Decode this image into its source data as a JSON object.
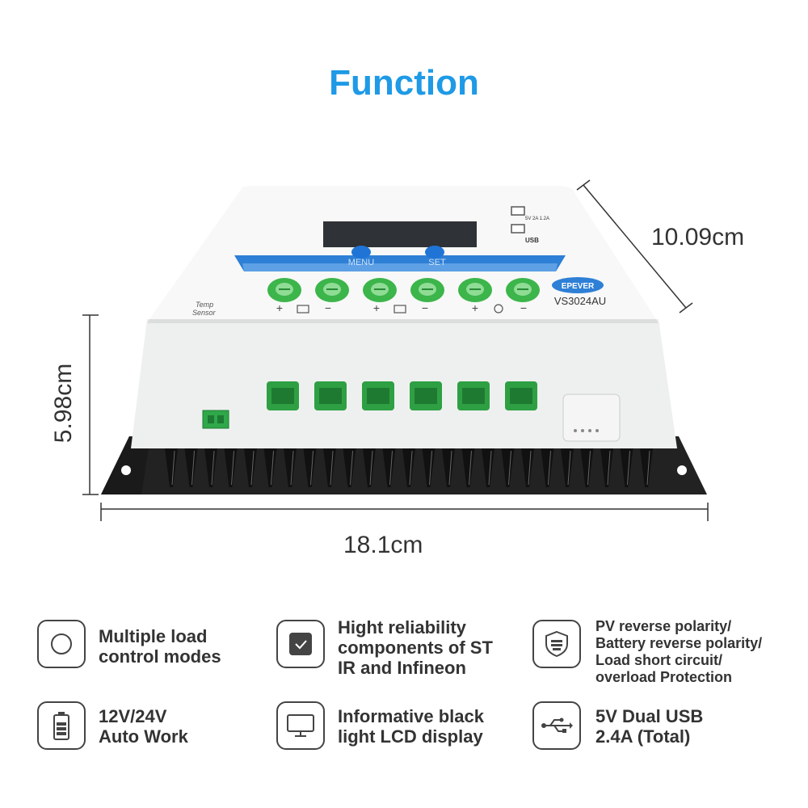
{
  "title": "Function",
  "dimensions": {
    "width": "18.1cm",
    "depth": "10.09cm",
    "height": "5.98cm"
  },
  "device": {
    "model": "VS3024AU",
    "brand": "EPEVER",
    "menu_label": "MENU",
    "set_label": "SET",
    "temp_sensor_label": "Temp\nSensor",
    "usb_label": "USB",
    "usb_spec": "5V 2A 1.2A"
  },
  "features": [
    {
      "icon": "circle-icon",
      "text": "Multiple load\ncontrol modes"
    },
    {
      "icon": "checkbox-icon",
      "text": "Hight reliability\ncomponents of ST\nIR and Infineon"
    },
    {
      "icon": "shield-icon",
      "text": "PV reverse polarity/\nBattery reverse polarity/\nLoad short circuit/\noverload Protection"
    },
    {
      "icon": "battery-icon",
      "text": "12V/24V\nAuto Work"
    },
    {
      "icon": "monitor-icon",
      "text": "Informative black\nlight LCD display"
    },
    {
      "icon": "usb-icon",
      "text": "5V Dual USB\n2.4A (Total)"
    }
  ],
  "colors": {
    "title": "#1e9ae6",
    "terminal_green": "#3cb54a",
    "accent_blue": "#2e7fd6",
    "heatsink": "#222222"
  }
}
